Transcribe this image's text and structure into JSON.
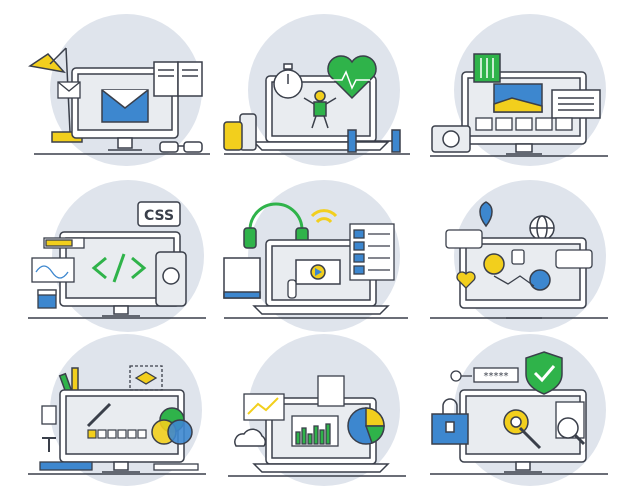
{
  "illustration": {
    "theme": "line-style device icons",
    "colors": {
      "outline": "#3a3f4a",
      "circle": "#dfe4ec",
      "yellow": "#f2cf1d",
      "green": "#2fb34a",
      "blue": "#3d87cf",
      "gray": "#e9ecf0",
      "white": "#ffffff"
    }
  },
  "scenes": [
    {
      "name": "email-office",
      "icons": [
        "desk-lamp-icon",
        "monitor-icon",
        "envelope-icon",
        "open-book-icon",
        "glasses-icon"
      ]
    },
    {
      "name": "fitness",
      "icons": [
        "laptop-icon",
        "stopwatch-icon",
        "heart-pulse-icon",
        "athlete-icon",
        "bottle-icon",
        "dumbbell-icon"
      ]
    },
    {
      "name": "photo-editing",
      "icons": [
        "monitor-icon",
        "equalizer-icon",
        "image-icon",
        "camera-icon",
        "sliders-icon"
      ]
    },
    {
      "name": "web-development",
      "icons": [
        "monitor-icon",
        "code-icon",
        "css-bubble-icon",
        "phone-icon",
        "calendar-icon"
      ],
      "css_label": "CSS"
    },
    {
      "name": "online-learning",
      "icons": [
        "laptop-icon",
        "headphones-icon",
        "wifi-icon",
        "play-icon",
        "playlist-icon",
        "book-icon",
        "hand-pointer-icon"
      ]
    },
    {
      "name": "social-network",
      "icons": [
        "monitor-icon",
        "location-pin-icon",
        "globe-icon",
        "user-avatar-icon",
        "thumbs-up-icon",
        "chat-icon",
        "heart-icon"
      ]
    },
    {
      "name": "graphic-design",
      "icons": [
        "monitor-icon",
        "pencil-icon",
        "color-circles-icon",
        "layers-icon",
        "text-icon"
      ]
    },
    {
      "name": "analytics",
      "icons": [
        "laptop-icon",
        "bar-chart-icon",
        "pie-chart-icon",
        "cloud-icon",
        "document-icon"
      ]
    },
    {
      "name": "security",
      "icons": [
        "monitor-icon",
        "shield-check-icon",
        "padlock-icon",
        "gear-icon",
        "magnifier-icon",
        "key-icon"
      ],
      "password_mask": "*****"
    }
  ]
}
